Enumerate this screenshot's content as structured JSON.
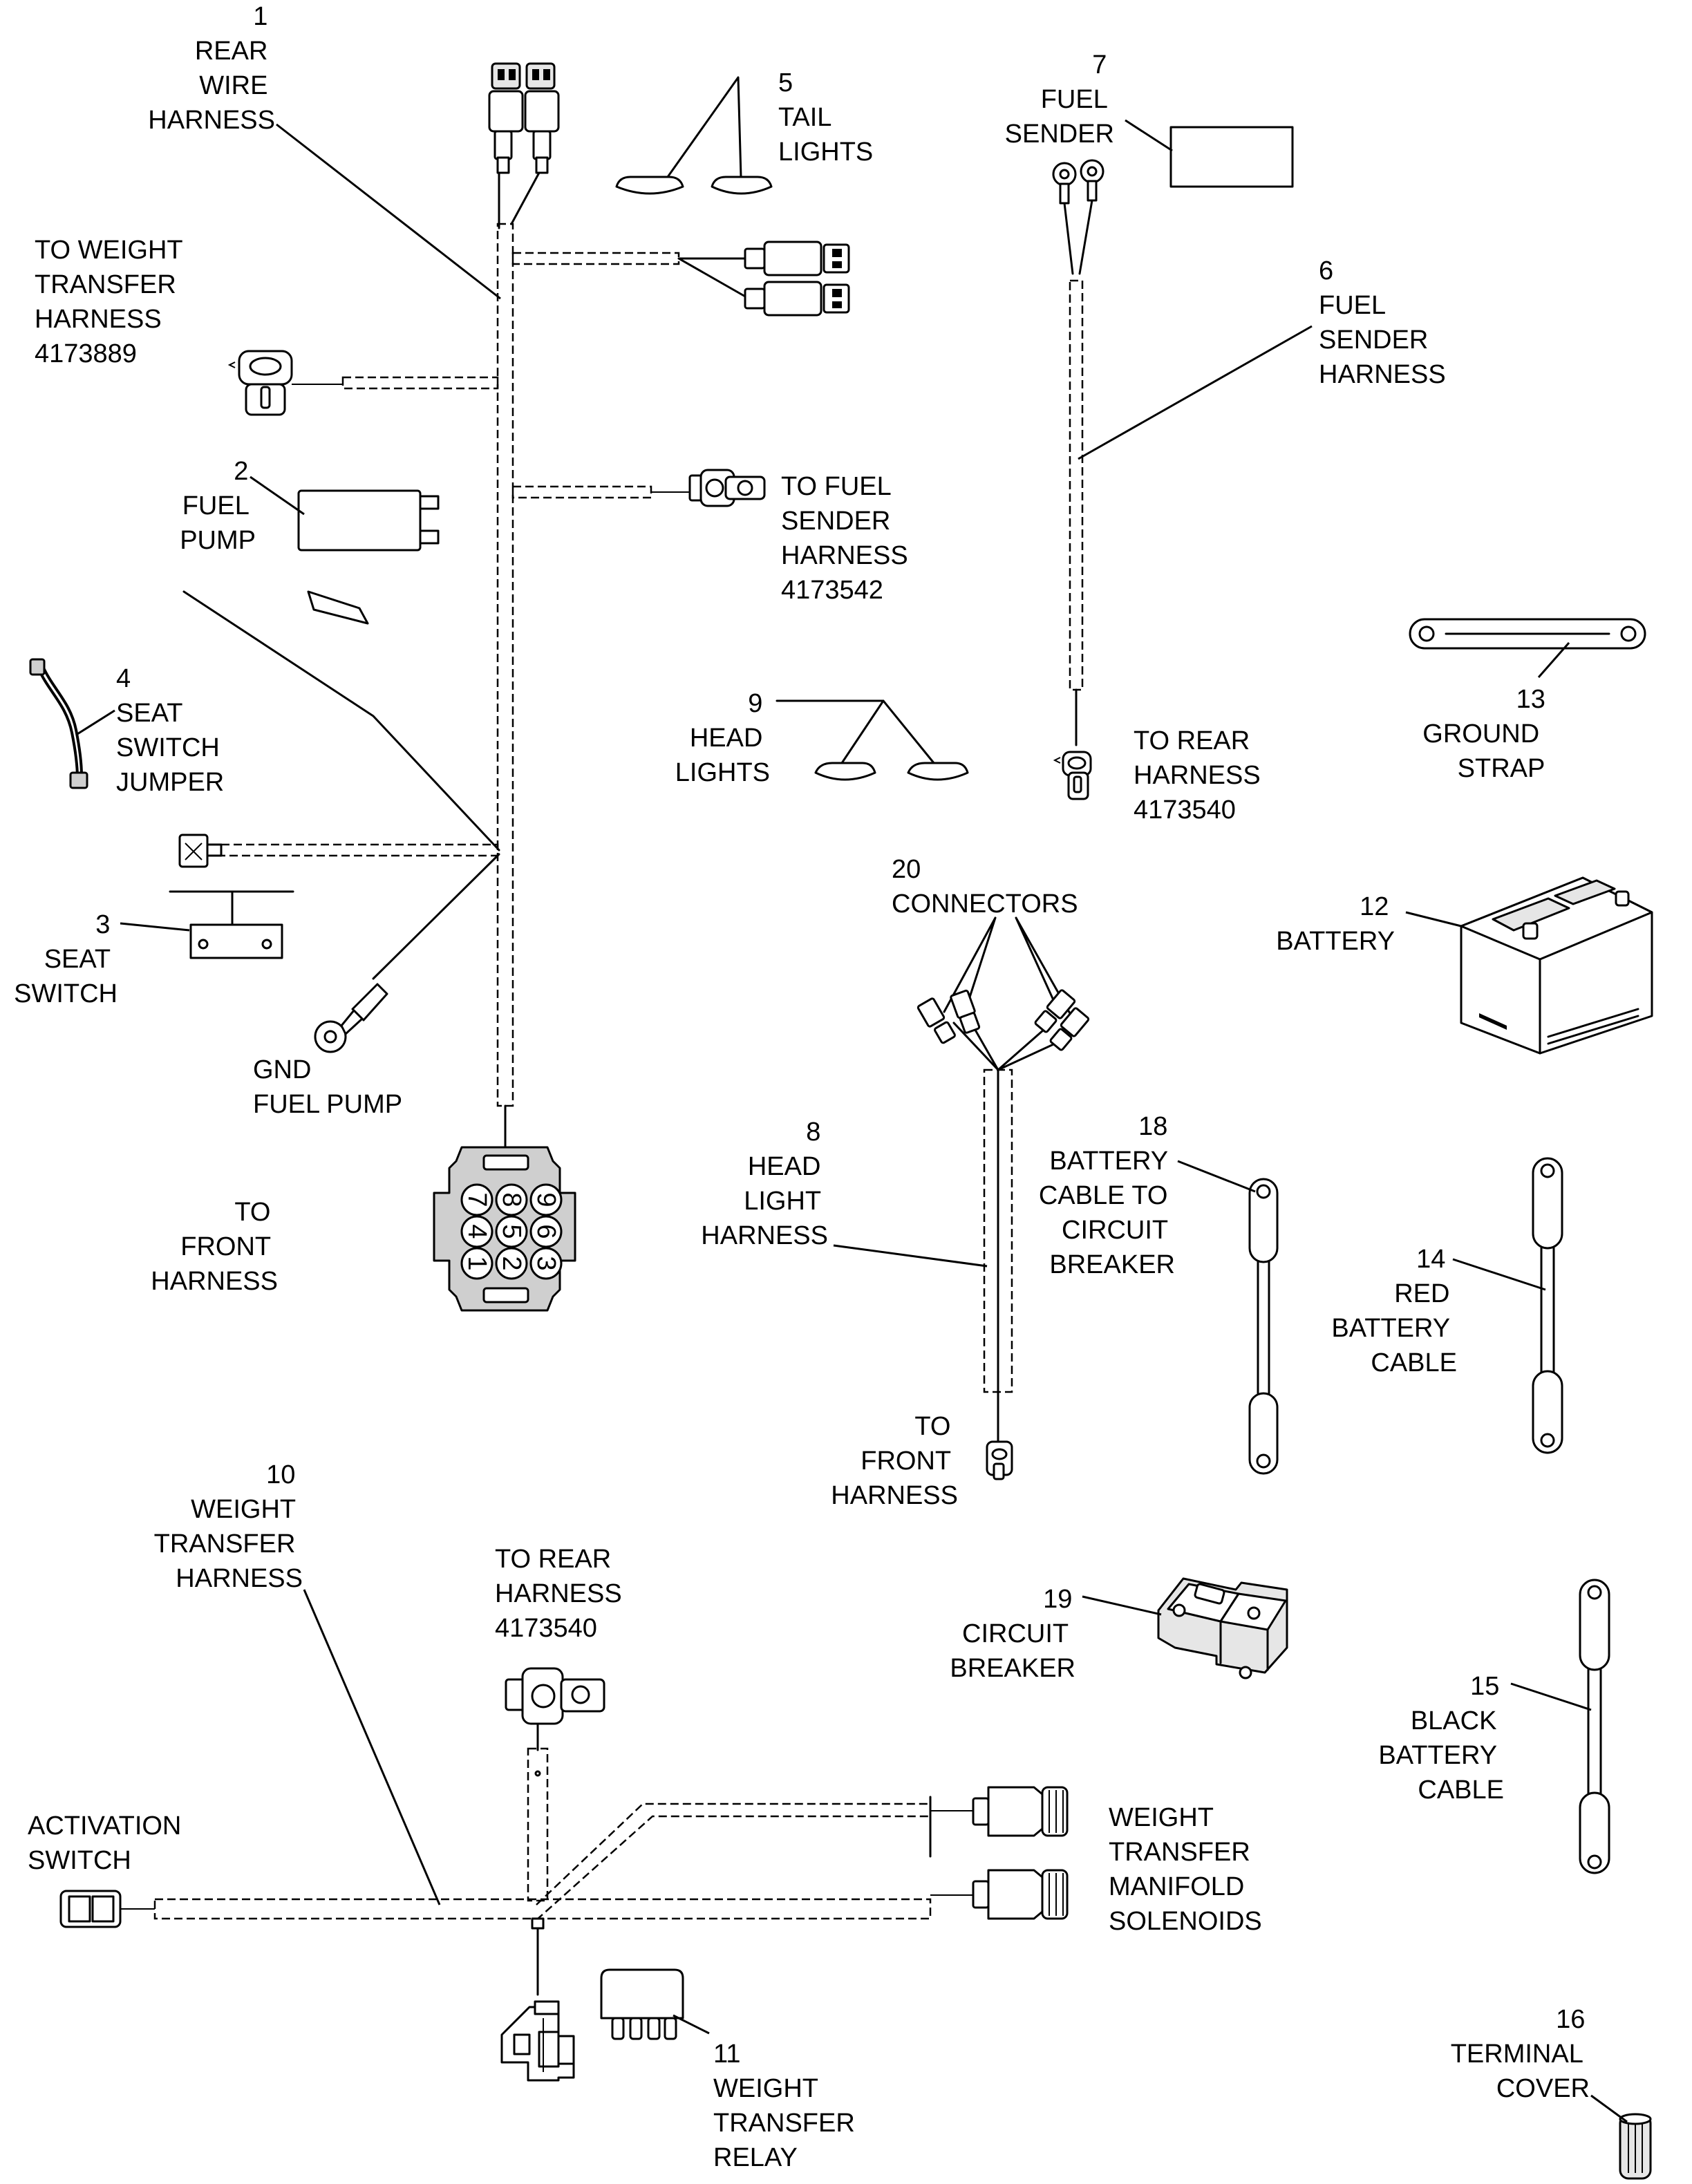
{
  "labels": {
    "rear_wire_harness": [
      "1",
      "REAR",
      "WIRE",
      "HARNESS"
    ],
    "to_weight_transfer_harness": [
      "TO WEIGHT",
      "TRANSFER",
      "HARNESS",
      "4173889"
    ],
    "fuel_pump": [
      "2",
      "FUEL",
      "PUMP"
    ],
    "seat_switch_jumper": [
      "4",
      "SEAT",
      "SWITCH",
      "JUMPER"
    ],
    "seat_switch": [
      "3",
      "SEAT",
      "SWITCH"
    ],
    "gnd_fuel_pump": [
      "GND",
      "FUEL PUMP"
    ],
    "to_front_harness_main": [
      "TO",
      "FRONT",
      "HARNESS"
    ],
    "tail_lights": [
      "5",
      "TAIL",
      "LIGHTS"
    ],
    "to_fuel_sender_harness": [
      "TO FUEL",
      "SENDER",
      "HARNESS",
      "4173542"
    ],
    "head_lights": [
      "9",
      "HEAD",
      "LIGHTS"
    ],
    "connectors": [
      "20",
      "CONNECTORS"
    ],
    "head_light_harness": [
      "8",
      "HEAD",
      "LIGHT",
      "HARNESS"
    ],
    "to_front_harness_headlight": [
      "TO",
      "FRONT",
      "HARNESS"
    ],
    "fuel_sender": [
      "7",
      "FUEL",
      "SENDER"
    ],
    "fuel_sender_harness": [
      "6",
      "FUEL",
      "SENDER",
      "HARNESS"
    ],
    "to_rear_harness_fuel": [
      "TO REAR",
      "HARNESS",
      "4173540"
    ],
    "ground_strap": [
      "13",
      "GROUND",
      "STRAP"
    ],
    "battery": [
      "12",
      "BATTERY"
    ],
    "battery_cable_to_circuit_breaker": [
      "18",
      "BATTERY",
      "CABLE TO",
      "CIRCUIT",
      "BREAKER"
    ],
    "red_battery_cable": [
      "14",
      "RED",
      "BATTERY",
      "CABLE"
    ],
    "circuit_breaker": [
      "19",
      "CIRCUIT",
      "BREAKER"
    ],
    "black_battery_cable": [
      "15",
      "BLACK",
      "BATTERY",
      "CABLE"
    ],
    "terminal_cover": [
      "16",
      "TERMINAL",
      "COVER"
    ],
    "weight_transfer_harness": [
      "10",
      "WEIGHT",
      "TRANSFER",
      "HARNESS"
    ],
    "to_rear_harness_wt": [
      "TO REAR",
      "HARNESS",
      "4173540"
    ],
    "activation_switch": [
      "ACTIVATION",
      "SWITCH"
    ],
    "weight_transfer_manifold_solenoids": [
      "WEIGHT",
      "TRANSFER",
      "MANIFOLD",
      "SOLENOIDS"
    ],
    "weight_transfer_relay": [
      "11",
      "WEIGHT",
      "TRANSFER",
      "RELAY"
    ]
  },
  "connector_pins": [
    "7",
    "8",
    "9",
    "4",
    "5",
    "6",
    "1",
    "2",
    "3"
  ]
}
